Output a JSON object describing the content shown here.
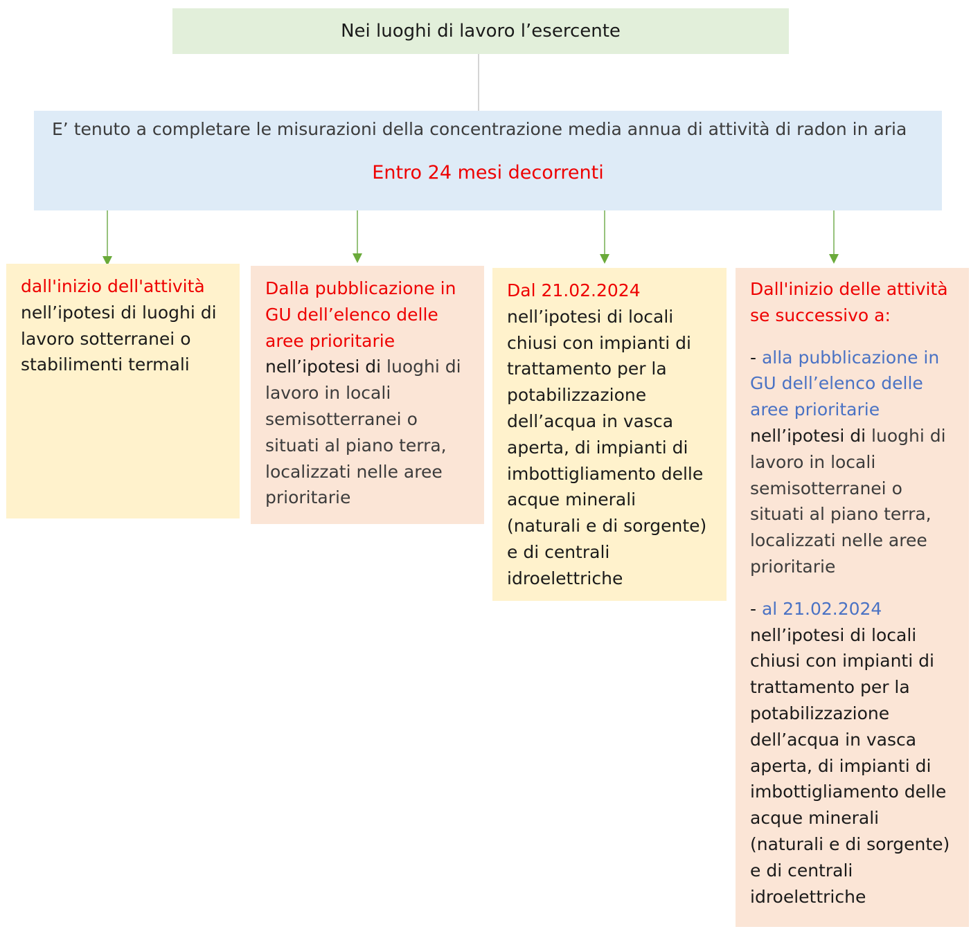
{
  "colors": {
    "top_fill": "#e2efda",
    "main_fill": "#deebf7",
    "yellow_fill": "#fff2cc",
    "peach_fill": "#fbe5d6",
    "connector": "#5fa035",
    "top_line": "#b8b8b8",
    "red": "#ee0000",
    "blue": "#4a72c4"
  },
  "header": {
    "title": "Nei luoghi di lavoro l’esercente"
  },
  "main": {
    "text": "E’ tenuto a completare le misurazioni della concentrazione media annua di attività di radon in aria",
    "deadline": "Entro 24 mesi decorrenti"
  },
  "columns": {
    "c1": {
      "lead": "dall'inizio dell'attività",
      "body": " nell’ipotesi di luoghi di lavoro sotterranei o stabilimenti termali"
    },
    "c2": {
      "lead": "Dalla pubblicazione in GU dell’elenco delle aree prioritarie",
      "body_a": "nell’ipotesi di ",
      "body_b": "luoghi di lavoro in locali semisotterranei o situati al piano terra, localizzati nelle aree prioritarie"
    },
    "c3": {
      "lead": "Dal 21.02.2024",
      "body": "nell’ipotesi di locali chiusi con impianti di trattamento per la potabilizzazione dell’acqua in vasca aperta, di impianti di imbottigliamento delle acque minerali (naturali e di sorgente) e di centrali idroelettriche"
    },
    "c4": {
      "lead": "Dall'inizio delle attività se successivo a:",
      "item1_dash": "- ",
      "item1_lead": "alla pubblicazione in GU dell’elenco delle aree prioritarie",
      "item1_body_a": "nell’ipotesi di ",
      "item1_body_b": "luoghi di lavoro in locali semisotterranei o situati al piano terra, localizzati nelle aree prioritarie",
      "item2_dash": "- ",
      "item2_lead": "al 21.02.2024",
      "item2_body": "nell’ipotesi di locali chiusi con impianti di trattamento per la potabilizzazione dell’acqua in vasca aperta, di impianti di imbottigliamento delle acque minerali (naturali e di sorgente) e di centrali idroelettriche"
    }
  }
}
